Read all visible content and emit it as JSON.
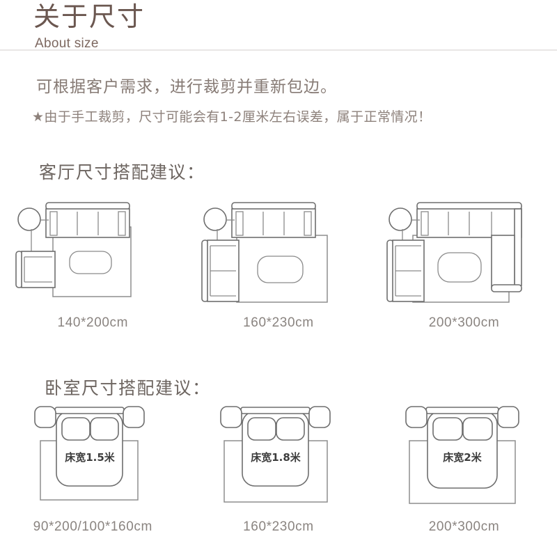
{
  "header": {
    "title_cn": "关于尺寸",
    "title_en": "About size"
  },
  "intro": {
    "line1": "可根据客户需求，进行裁剪并重新包边。",
    "line2": "★由于手工裁剪，尺寸可能会有1-2厘米左右误差，属于正常情况！"
  },
  "sections": {
    "living": {
      "heading": "客厅尺寸搭配建议：",
      "items": [
        {
          "caption": "140*200cm"
        },
        {
          "caption": "160*230cm"
        },
        {
          "caption": "200*300cm"
        }
      ]
    },
    "bedroom": {
      "heading": "卧室尺寸搭配建议：",
      "items": [
        {
          "caption": "90*200/100*160cm",
          "bed_label": "床宽1.5米"
        },
        {
          "caption": "160*230cm",
          "bed_label": "床宽1.8米"
        },
        {
          "caption": "200*300cm",
          "bed_label": "床宽2米"
        }
      ]
    }
  },
  "colors": {
    "title": "#6b5750",
    "body_text": "#867a74",
    "heading": "#6d6560",
    "caption": "#8a8480",
    "line": "#6e6e6e",
    "rule": "#e2e0de"
  }
}
